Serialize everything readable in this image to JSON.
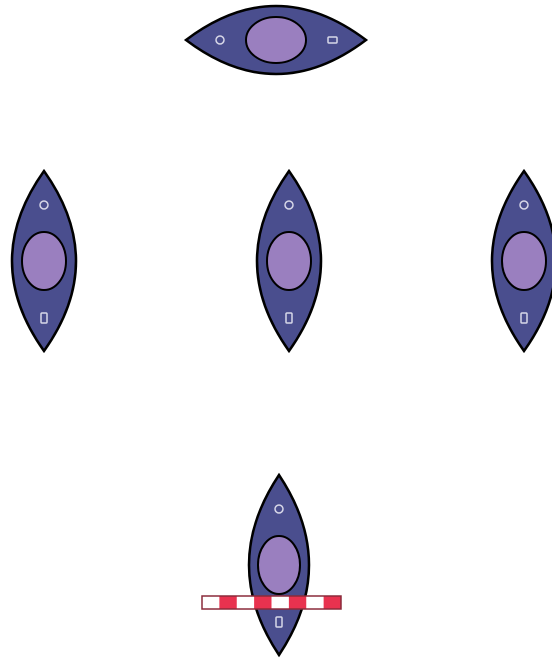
{
  "diagram": {
    "colors": {
      "hull": "#4a4e8e",
      "outline": "#000000",
      "cockpit": "#9a7fbf",
      "paddle_white": "#ffffff",
      "paddle_red": "#e8324f",
      "paddle_border": "#8a2a3a"
    },
    "kayaks": [
      {
        "id": "top",
        "orientation": "horizontal",
        "has_paddle": false
      },
      {
        "id": "middle-left",
        "orientation": "vertical",
        "has_paddle": false
      },
      {
        "id": "middle-center",
        "orientation": "vertical",
        "has_paddle": false
      },
      {
        "id": "middle-right",
        "orientation": "vertical",
        "has_paddle": false
      },
      {
        "id": "bottom",
        "orientation": "vertical",
        "has_paddle": true
      }
    ]
  }
}
